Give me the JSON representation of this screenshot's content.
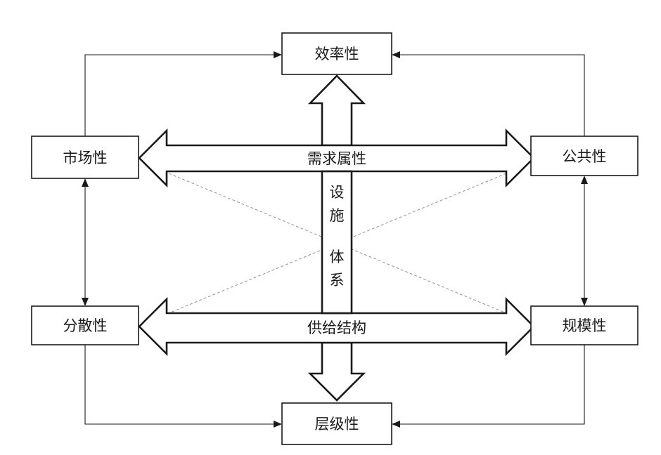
{
  "nodes": {
    "top": "效率性",
    "bottom": "层级性",
    "left_upper": "市场性",
    "left_lower": "分散性",
    "right_upper": "公共性",
    "right_lower": "规模性"
  },
  "bands": {
    "demand": "需求属性",
    "supply": "供给结构"
  },
  "center": {
    "line1": "设",
    "line2": "施",
    "line3": "体",
    "line4": "系"
  }
}
